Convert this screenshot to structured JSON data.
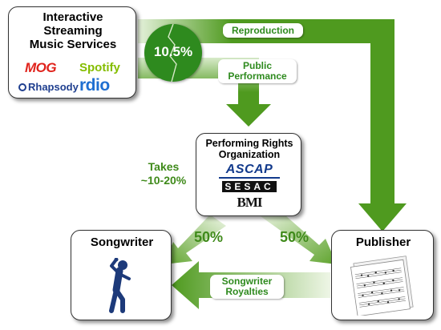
{
  "colors": {
    "arrow_green": "#4f9a1f",
    "arrow_fade": "#eef6e6",
    "label_green": "#2e8a1e",
    "takes_green": "#3f8a1a",
    "circle_bg": "#2e8a1e"
  },
  "streaming_box": {
    "title_line1": "Interactive",
    "title_line2": "Streaming",
    "title_line3": "Music Services",
    "logos": {
      "mog": "MOG",
      "spotify": "Spotify",
      "rhapsody": "Rhapsody",
      "rdio": "rdio"
    }
  },
  "share_circle": {
    "value": "10.5%"
  },
  "flow_labels": {
    "reproduction": "Reproduction",
    "public_performance_line1": "Public",
    "public_performance_line2": "Performance",
    "songwriter_royalties_line1": "Songwriter",
    "songwriter_royalties_line2": "Royalties"
  },
  "pro_box": {
    "title_line1": "Performing Rights",
    "title_line2": "Organization",
    "logos": {
      "ascap": "ASCAP",
      "sesac": "SESAC",
      "bmi": "BMI"
    }
  },
  "takes_note": {
    "line1": "Takes",
    "line2": "~10-20%"
  },
  "splits": {
    "left": "50%",
    "right": "50%"
  },
  "songwriter_box": {
    "title": "Songwriter"
  },
  "publisher_box": {
    "title": "Publisher"
  }
}
